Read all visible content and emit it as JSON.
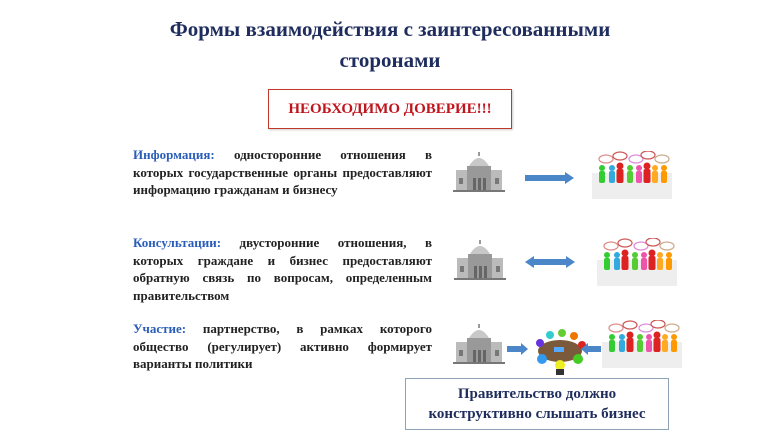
{
  "title": {
    "line1": "Формы взаимодействия с заинтересованными",
    "line2": "сторонами"
  },
  "trust_banner": "НЕОБХОДИМО ДОВЕРИЕ!!!",
  "forms": [
    {
      "term": "Информация:",
      "text": " односторонние отношения в которых государственные органы предоставляют информацию гражданам и бизнесу",
      "arrow": "right"
    },
    {
      "term": "Консультации:",
      "text": " двусторонние отношения, в которых граждане и бизнес предоставляют обратную связь по вопросам, определенным правительством",
      "arrow": "both"
    },
    {
      "term": "Участие:",
      "text": " партнерство, в рамках которого общество (регулирует) активно формирует варианты политики",
      "arrow": "converge"
    }
  ],
  "conclusion": {
    "line1": "Правительство должно",
    "line2": "конструктивно слышать бизнес"
  },
  "colors": {
    "title": "#1f2d5e",
    "term": "#2a5db8",
    "banner": "#c0141c",
    "arrow": "#4a86c8"
  }
}
